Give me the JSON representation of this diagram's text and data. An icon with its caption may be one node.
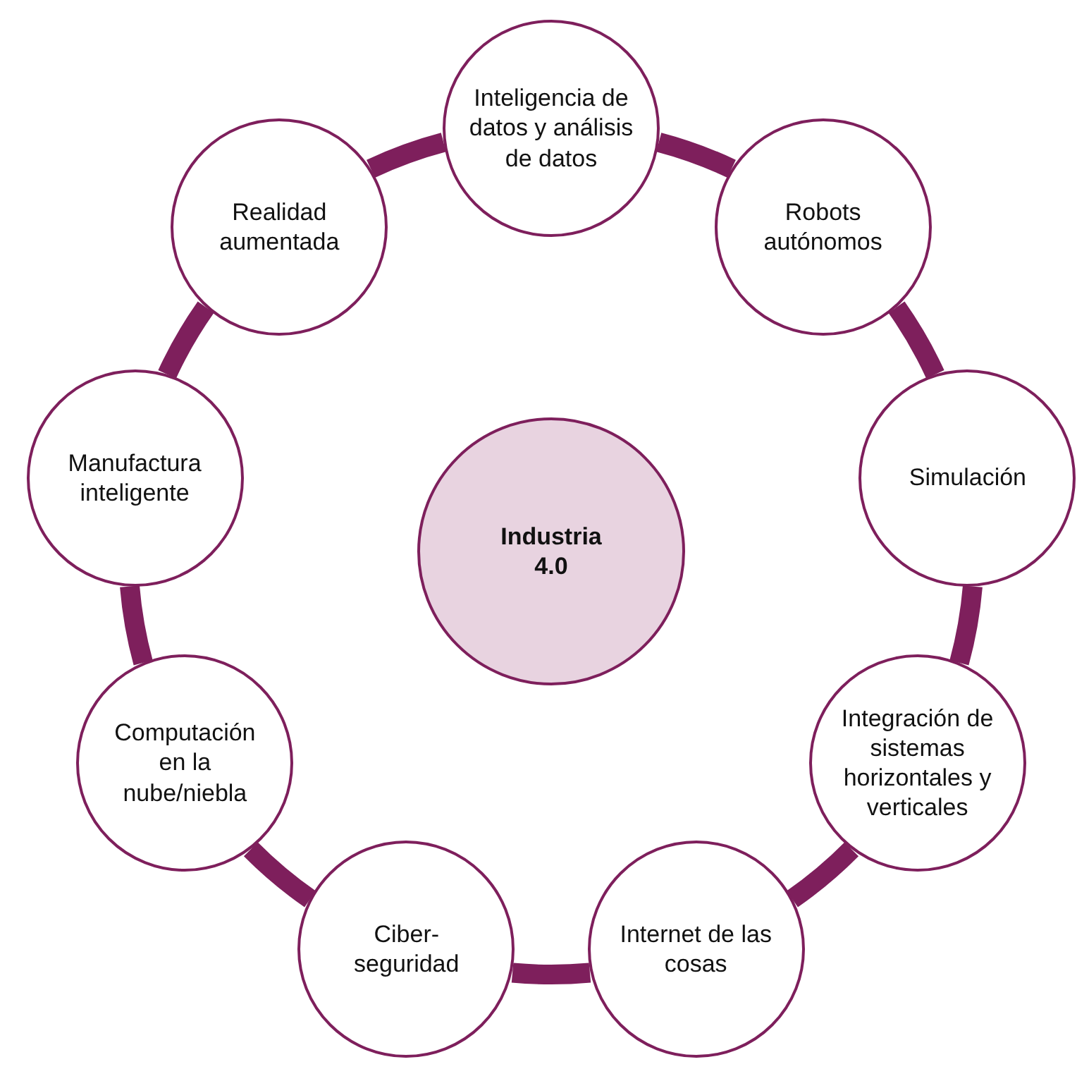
{
  "diagram": {
    "nodes": [
      {
        "text": [
          "Inteligencia de datos y análisis de datos"
        ]
      },
      {
        "text": [
          "Robots autónomos"
        ]
      },
      {
        "text": [
          "Simulación"
        ]
      },
      {
        "text": [
          "Integración de sistemas horizontales y verticales"
        ]
      },
      {
        "text": [
          "Internet de las cosas"
        ]
      },
      {
        "text": [
          "Ciber- seguridad"
        ]
      },
      {
        "text": [
          "Computación en la nube/niebla"
        ]
      },
      {
        "text": [
          "Manufactura inteligente"
        ]
      },
      {
        "text": [
          "Realidad aumentada"
        ]
      },
      {
        "text": [
          "Industria 4.0"
        ]
      }
    ],
    "edges": [
      {
        "from": 0,
        "to": 1,
        "arrow": "none"
      },
      {
        "from": 1,
        "to": 2,
        "arrow": "none"
      },
      {
        "from": 2,
        "to": 3,
        "arrow": "none"
      },
      {
        "from": 3,
        "to": 4,
        "arrow": "none"
      },
      {
        "from": 4,
        "to": 5,
        "arrow": "none"
      },
      {
        "from": 5,
        "to": 6,
        "arrow": "none"
      },
      {
        "from": 6,
        "to": 7,
        "arrow": "none"
      },
      {
        "from": 7,
        "to": 8,
        "arrow": "none"
      },
      {
        "from": 8,
        "to": 0,
        "arrow": "none"
      }
    ]
  }
}
